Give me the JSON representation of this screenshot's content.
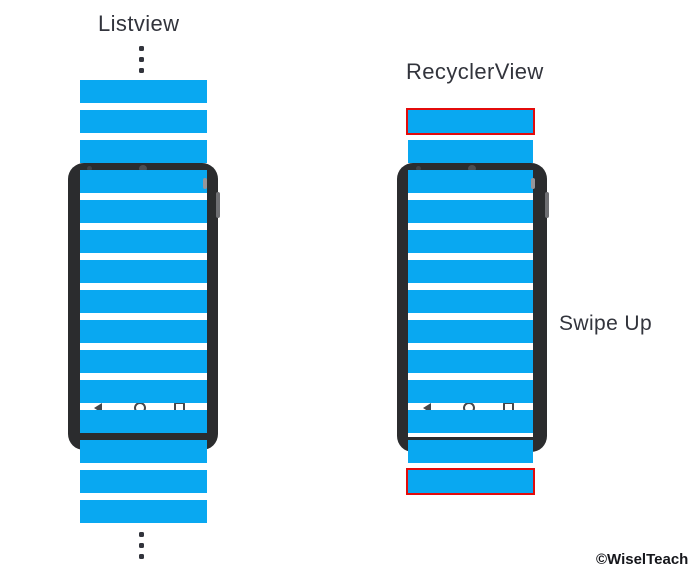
{
  "labels": {
    "swipe_hint": "Swipe Up",
    "watermark": "©WiselTeach"
  },
  "panels": [
    {
      "id": "listview",
      "title": "Listview",
      "items_total": 15,
      "recycled_items": [],
      "ellipsis_above": 3,
      "ellipsis_below": 3
    },
    {
      "id": "recyclerview",
      "title": "RecyclerView",
      "items_total": 13,
      "recycled_items": [
        0,
        12
      ],
      "ellipsis_above": 0,
      "ellipsis_below": 0
    }
  ],
  "colors": {
    "background": "#ffffff",
    "item_blue": "#09a8f1",
    "recycled_red": "#e30b0b",
    "phone_frame": "#2b2c2e",
    "text_dark": "#32343c",
    "watermark_text": "#15161b",
    "camera_gray": "#4d4d51",
    "sensor_gray": "#414145",
    "nav_gray": "#47474b",
    "side_button_gray": "#6f6f73",
    "scrollbar_gray": "#96969a"
  }
}
